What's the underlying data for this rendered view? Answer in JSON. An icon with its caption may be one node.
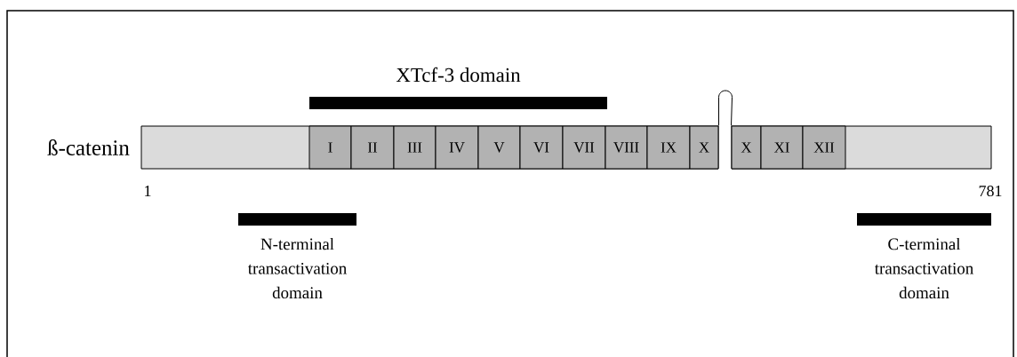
{
  "diagram": {
    "nodes": [
      {
        "text": [
          "XTcf-3 domain"
        ]
      },
      {
        "text": [
          "I"
        ]
      },
      {
        "text": [
          "II"
        ]
      },
      {
        "text": [
          "III"
        ]
      },
      {
        "text": [
          "IV"
        ]
      },
      {
        "text": [
          "V"
        ]
      },
      {
        "text": [
          "VI"
        ]
      },
      {
        "text": [
          "VII"
        ]
      },
      {
        "text": [
          "VIII"
        ]
      },
      {
        "text": [
          "IX"
        ]
      },
      {
        "text": [
          "X"
        ]
      },
      {
        "text": [
          "X"
        ]
      },
      {
        "text": [
          "XI"
        ]
      },
      {
        "text": [
          "XII"
        ]
      },
      {
        "text": [
          "N-terminal transactivation domain"
        ]
      },
      {
        "text": [
          "C-terminal transactivation domain"
        ]
      }
    ],
    "edges": [
      {
        "from": 10,
        "to": 11,
        "arrow": "none"
      }
    ],
    "labels": [
      "ß-catenin",
      "1",
      "781"
    ]
  }
}
